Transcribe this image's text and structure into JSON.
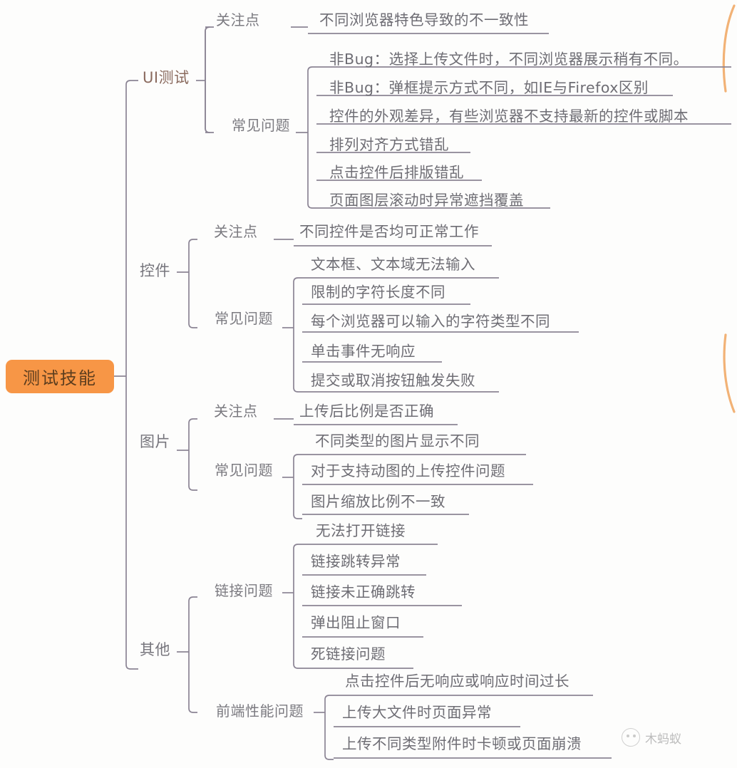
{
  "diagram": {
    "type": "mindmap",
    "root": {
      "label": "测试技能",
      "fill": "#f79646",
      "text_color": "#5c3d1e"
    },
    "line_color": "#8b8494",
    "accent_color": "#f79646",
    "background": "#fdfdfc",
    "branches": [
      {
        "id": "ui",
        "label": "UI测试",
        "groups": [
          {
            "label": "关注点",
            "leaves": [
              "不同浏览器特色导致的不一致性"
            ]
          },
          {
            "label": "常见问题",
            "leaves": [
              "非Bug：选择上传文件时，不同浏览器展示稍有不同。",
              "非Bug：弹框提示方式不同，如IE与Firefox区别",
              "控件的外观差异，有些浏览器不支持最新的控件或脚本",
              "排列对齐方式错乱",
              "点击控件后排版错乱",
              "页面图层滚动时异常遮挡覆盖"
            ]
          }
        ]
      },
      {
        "id": "control",
        "label": "控件",
        "groups": [
          {
            "label": "关注点",
            "leaves": [
              "不同控件是否均可正常工作"
            ]
          },
          {
            "label": "常见问题",
            "leaves": [
              "文本框、文本域无法输入",
              "限制的字符长度不同",
              "每个浏览器可以输入的字符类型不同",
              "单击事件无响应",
              "提交或取消按钮触发失败"
            ]
          }
        ]
      },
      {
        "id": "image",
        "label": "图片",
        "groups": [
          {
            "label": "关注点",
            "leaves": [
              "上传后比例是否正确"
            ]
          },
          {
            "label": "常见问题",
            "leaves": [
              "不同类型的图片显示不同",
              "对于支持动图的上传控件问题",
              "图片缩放比例不一致"
            ]
          }
        ]
      },
      {
        "id": "other",
        "label": "其他",
        "groups": [
          {
            "label": "链接问题",
            "leaves": [
              "无法打开链接",
              "链接跳转异常",
              "链接未正确跳转",
              "弹出阻止窗口",
              "死链接问题"
            ]
          },
          {
            "label": "前端性能问题",
            "leaves": [
              "点击控件后无响应或响应时间过长",
              "上传大文件时页面异常",
              "上传不同类型附件时卡顿或页面崩溃"
            ]
          }
        ]
      }
    ]
  },
  "watermark": {
    "text": "木蚂蚁",
    "logo": "smiley-circle-icon"
  }
}
